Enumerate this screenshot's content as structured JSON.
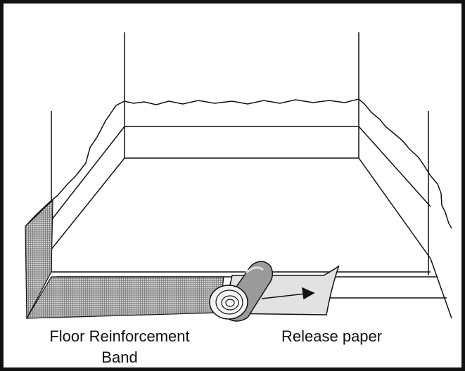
{
  "labels": {
    "floor_band_line1": "Floor Reinforcement",
    "floor_band_line2": "Band",
    "release_paper": "Release paper"
  },
  "colors": {
    "line": "#111111",
    "fabric": "#9a9a9a",
    "paper": "#e2e2e2"
  }
}
